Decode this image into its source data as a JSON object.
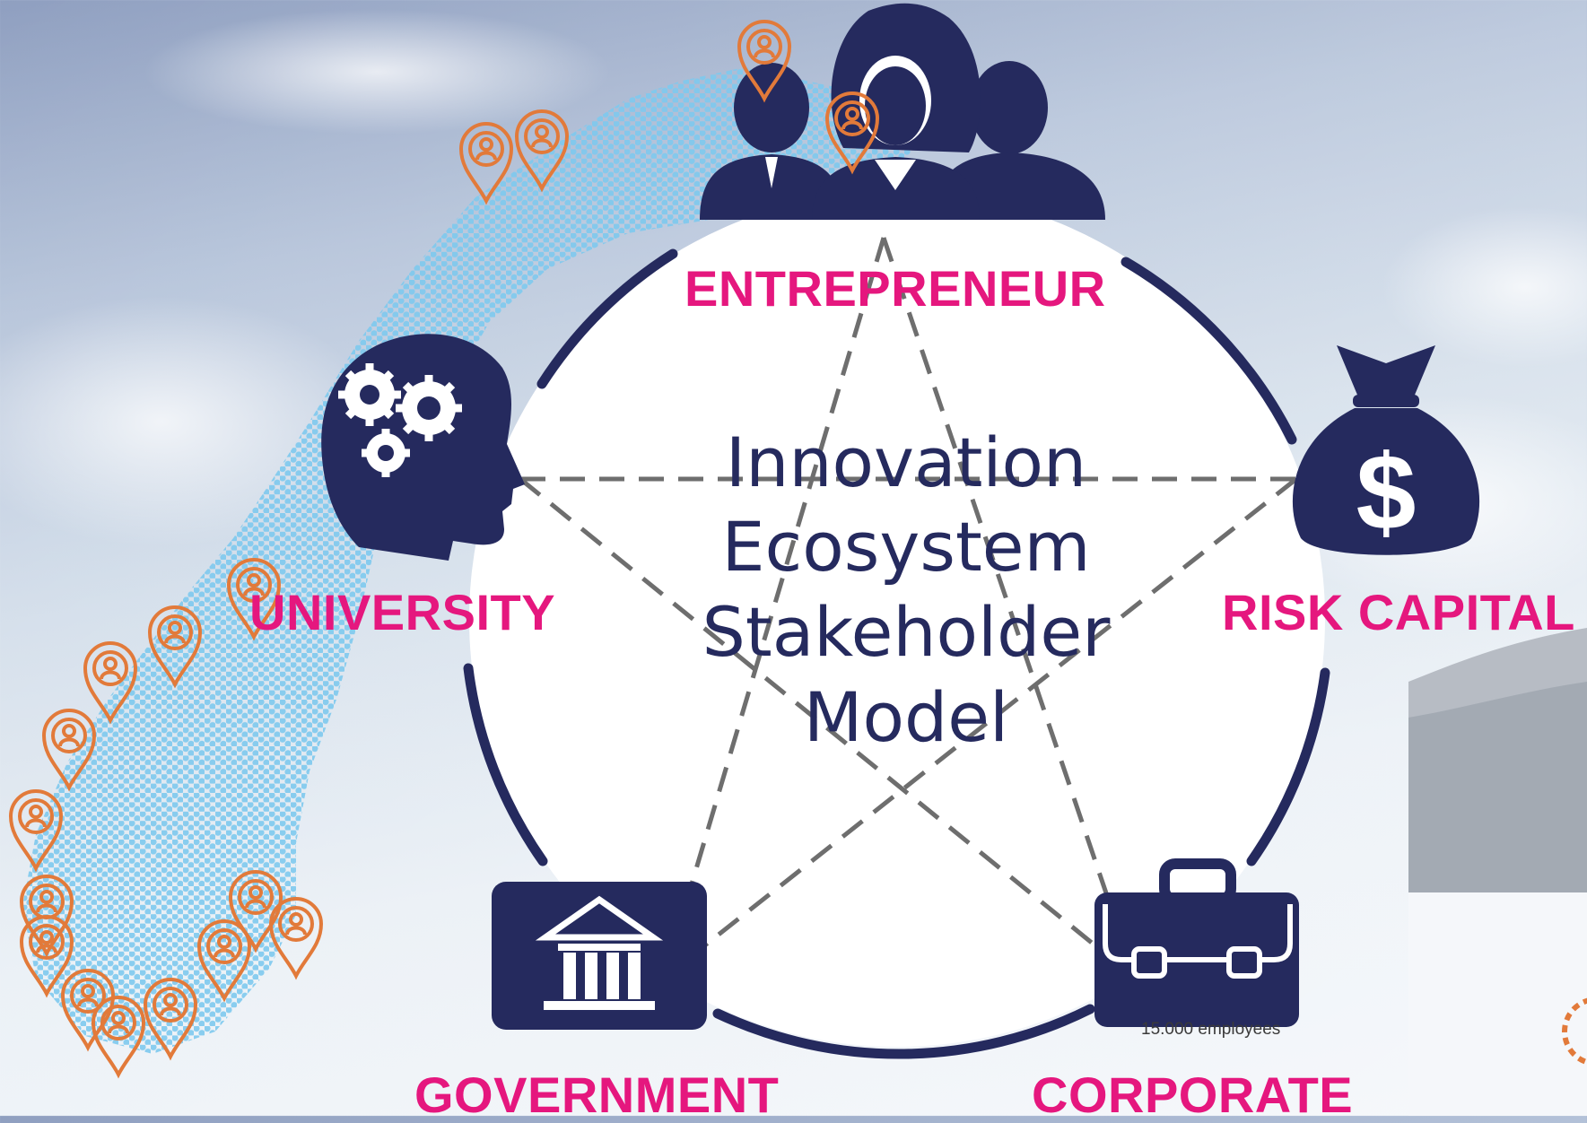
{
  "diagram": {
    "title_lines": [
      "Innovation",
      "Ecosystem",
      "Stakeholder",
      "Model"
    ],
    "stakeholders": {
      "entrepreneur": {
        "label": "ENTREPRENEUR",
        "icon": "people-group-icon"
      },
      "risk_capital": {
        "label": "RISK CAPITAL",
        "icon": "money-bag-icon"
      },
      "corporate": {
        "label": "CORPORATE",
        "icon": "briefcase-icon"
      },
      "government": {
        "label": "GOVERNMENT",
        "icon": "government-building-icon"
      },
      "university": {
        "label": "UNIVERSITY",
        "icon": "head-gears-icon"
      }
    },
    "note": "15.000 employees"
  },
  "map_decoration": {
    "icon": "location-pin-icon"
  },
  "colors": {
    "accent": "#e5177e",
    "navy": "#252a5e",
    "pins": "#e27a3a",
    "hex_dots": "#7ec9ee",
    "dashes": "#6e6e6e"
  }
}
